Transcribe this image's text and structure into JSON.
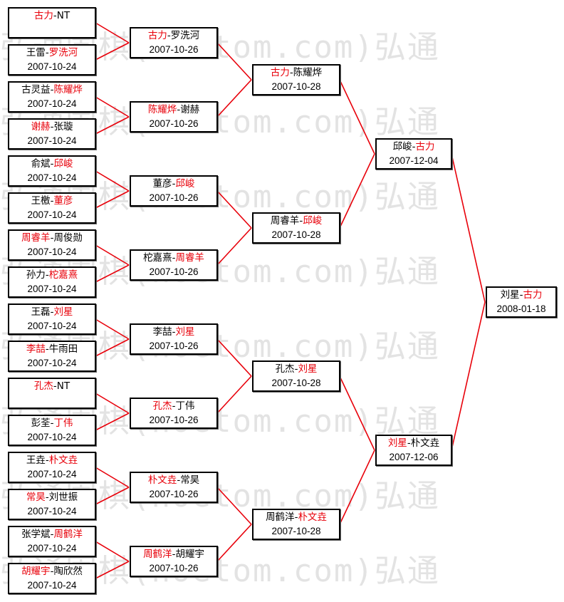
{
  "watermark": {
    "text": "弘通围棋(hoetom.com)弘通",
    "rows": [
      "弘通围棋(hoetom.com)弘通",
      "弘通围棋(hoetom.com)弘通",
      "弘通围棋(hoetom.com)弘通",
      "弘通围棋(hoetom.com)弘通",
      "弘通围棋(hoetom.com)弘通",
      "弘通围棋(hoetom.com)弘通",
      "弘通围棋(hoetom.com)弘通",
      "弘通围棋(hoetom.com)弘通"
    ]
  },
  "colors": {
    "winner": "#e8000a",
    "line": "#e8000a",
    "border": "#000000",
    "watermark": "#e3e3e3"
  },
  "rounds": [
    [
      {
        "p1": "古力",
        "p2": "NT",
        "winner": 1,
        "date": ""
      },
      {
        "p1": "王雷",
        "p2": "罗洗河",
        "winner": 2,
        "date": "2007-10-24"
      },
      {
        "p1": "古灵益",
        "p2": "陈耀烨",
        "winner": 2,
        "date": "2007-10-24"
      },
      {
        "p1": "谢赫",
        "p2": "张璇",
        "winner": 1,
        "date": "2007-10-24"
      },
      {
        "p1": "俞斌",
        "p2": "邱峻",
        "winner": 2,
        "date": "2007-10-24"
      },
      {
        "p1": "王檄",
        "p2": "董彦",
        "winner": 2,
        "date": "2007-10-24"
      },
      {
        "p1": "周睿羊",
        "p2": "周俊勋",
        "winner": 1,
        "date": "2007-10-24"
      },
      {
        "p1": "孙力",
        "p2": "柁嘉熹",
        "winner": 2,
        "date": "2007-10-24"
      },
      {
        "p1": "王磊",
        "p2": "刘星",
        "winner": 2,
        "date": "2007-10-24"
      },
      {
        "p1": "李喆",
        "p2": "牛雨田",
        "winner": 1,
        "date": "2007-10-24"
      },
      {
        "p1": "孔杰",
        "p2": "NT",
        "winner": 1,
        "date": ""
      },
      {
        "p1": "彭荃",
        "p2": "丁伟",
        "winner": 2,
        "date": "2007-10-24"
      },
      {
        "p1": "王垚",
        "p2": "朴文垚",
        "winner": 2,
        "date": "2007-10-24"
      },
      {
        "p1": "常昊",
        "p2": "刘世振",
        "winner": 1,
        "date": "2007-10-24"
      },
      {
        "p1": "张学斌",
        "p2": "周鹤洋",
        "winner": 2,
        "date": "2007-10-24"
      },
      {
        "p1": "胡耀宇",
        "p2": "陶欣然",
        "winner": 1,
        "date": "2007-10-24"
      }
    ],
    [
      {
        "p1": "古力",
        "p2": "罗洗河",
        "winner": 1,
        "date": "2007-10-26"
      },
      {
        "p1": "陈耀烨",
        "p2": "谢赫",
        "winner": 1,
        "date": "2007-10-26"
      },
      {
        "p1": "董彦",
        "p2": "邱峻",
        "winner": 2,
        "date": "2007-10-26"
      },
      {
        "p1": "柁嘉熹",
        "p2": "周睿羊",
        "winner": 2,
        "date": "2007-10-26"
      },
      {
        "p1": "李喆",
        "p2": "刘星",
        "winner": 2,
        "date": "2007-10-26"
      },
      {
        "p1": "孔杰",
        "p2": "丁伟",
        "winner": 1,
        "date": "2007-10-26"
      },
      {
        "p1": "朴文垚",
        "p2": "常昊",
        "winner": 1,
        "date": "2007-10-26"
      },
      {
        "p1": "周鹤洋",
        "p2": "胡耀宇",
        "winner": 1,
        "date": "2007-10-26"
      }
    ],
    [
      {
        "p1": "古力",
        "p2": "陈耀烨",
        "winner": 1,
        "date": "2007-10-28"
      },
      {
        "p1": "周睿羊",
        "p2": "邱峻",
        "winner": 2,
        "date": "2007-10-28"
      },
      {
        "p1": "孔杰",
        "p2": "刘星",
        "winner": 2,
        "date": "2007-10-28"
      },
      {
        "p1": "周鹤洋",
        "p2": "朴文垚",
        "winner": 2,
        "date": "2007-10-28"
      }
    ],
    [
      {
        "p1": "邱峻",
        "p2": "古力",
        "winner": 2,
        "date": "2007-12-04"
      },
      {
        "p1": "刘星",
        "p2": "朴文垚",
        "winner": 1,
        "date": "2007-12-06"
      }
    ],
    [
      {
        "p1": "刘星",
        "p2": "古力",
        "winner": 2,
        "date": "2008-01-18"
      }
    ]
  ]
}
